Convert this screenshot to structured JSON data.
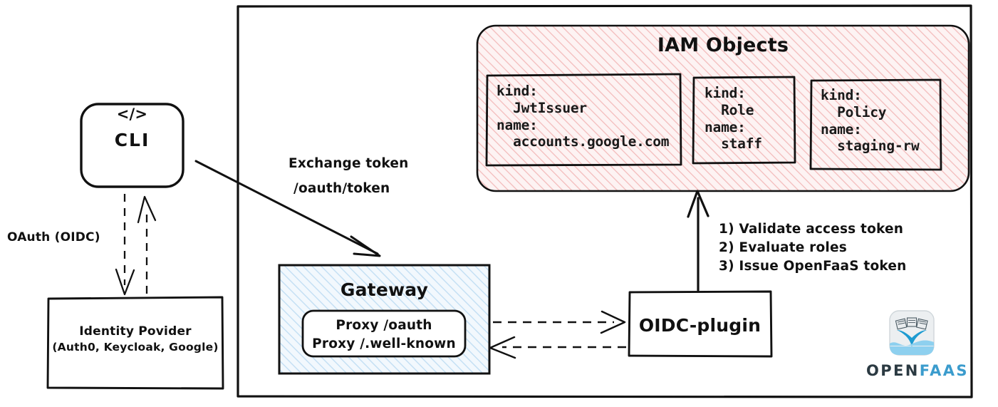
{
  "diagram": {
    "title": "OpenFaaS IAM / OIDC authentication flow",
    "colors": {
      "stroke": "#111111",
      "iam_fill": "#fdf1f1",
      "iam_hatch": "#f2b5b5",
      "gateway_fill": "#eef6fc",
      "gateway_hatch": "#bcdcf2",
      "openfaas_blue": "#3b9ccd",
      "openfaas_dark": "#2b3a42"
    }
  },
  "cli": {
    "code_icon": "</>",
    "label": "CLI"
  },
  "identity_provider": {
    "title": "Identity Povider",
    "subtitle": "(Auth0, Keycloak, Google)"
  },
  "connections": {
    "oauth_label": "OAuth (OIDC)",
    "exchange_line1": "Exchange token",
    "exchange_line2": "/oauth/token"
  },
  "gateway": {
    "title": "Gateway",
    "proxy_line1": "Proxy /oauth",
    "proxy_line2": "Proxy /.well-known"
  },
  "oidc_plugin": {
    "label": "OIDC-plugin"
  },
  "steps": {
    "step1": "1) Validate access token",
    "step2": "2) Evaluate roles",
    "step3": "3) Issue OpenFaaS token"
  },
  "iam": {
    "title": "IAM Objects",
    "objects": [
      {
        "kind_key": "kind:",
        "kind_value": "JwtIssuer",
        "name_key": "name:",
        "name_value": "accounts.google.com",
        "text": "kind:\n  JwtIssuer\nname:\n  accounts.google.com"
      },
      {
        "kind_key": "kind:",
        "kind_value": "Role",
        "name_key": "name:",
        "name_value": "staff",
        "text": "kind:\n  Role\nname:\n  staff"
      },
      {
        "kind_key": "kind:",
        "kind_value": "Policy",
        "name_key": "name:",
        "name_value": "staging-rw",
        "text": "kind:\n  Policy\nname:\n  staging-rw"
      }
    ]
  },
  "branding": {
    "word_open": "OPEN",
    "word_faas": "FAAS",
    "logo_alt": "openfaas-whale-logo"
  }
}
